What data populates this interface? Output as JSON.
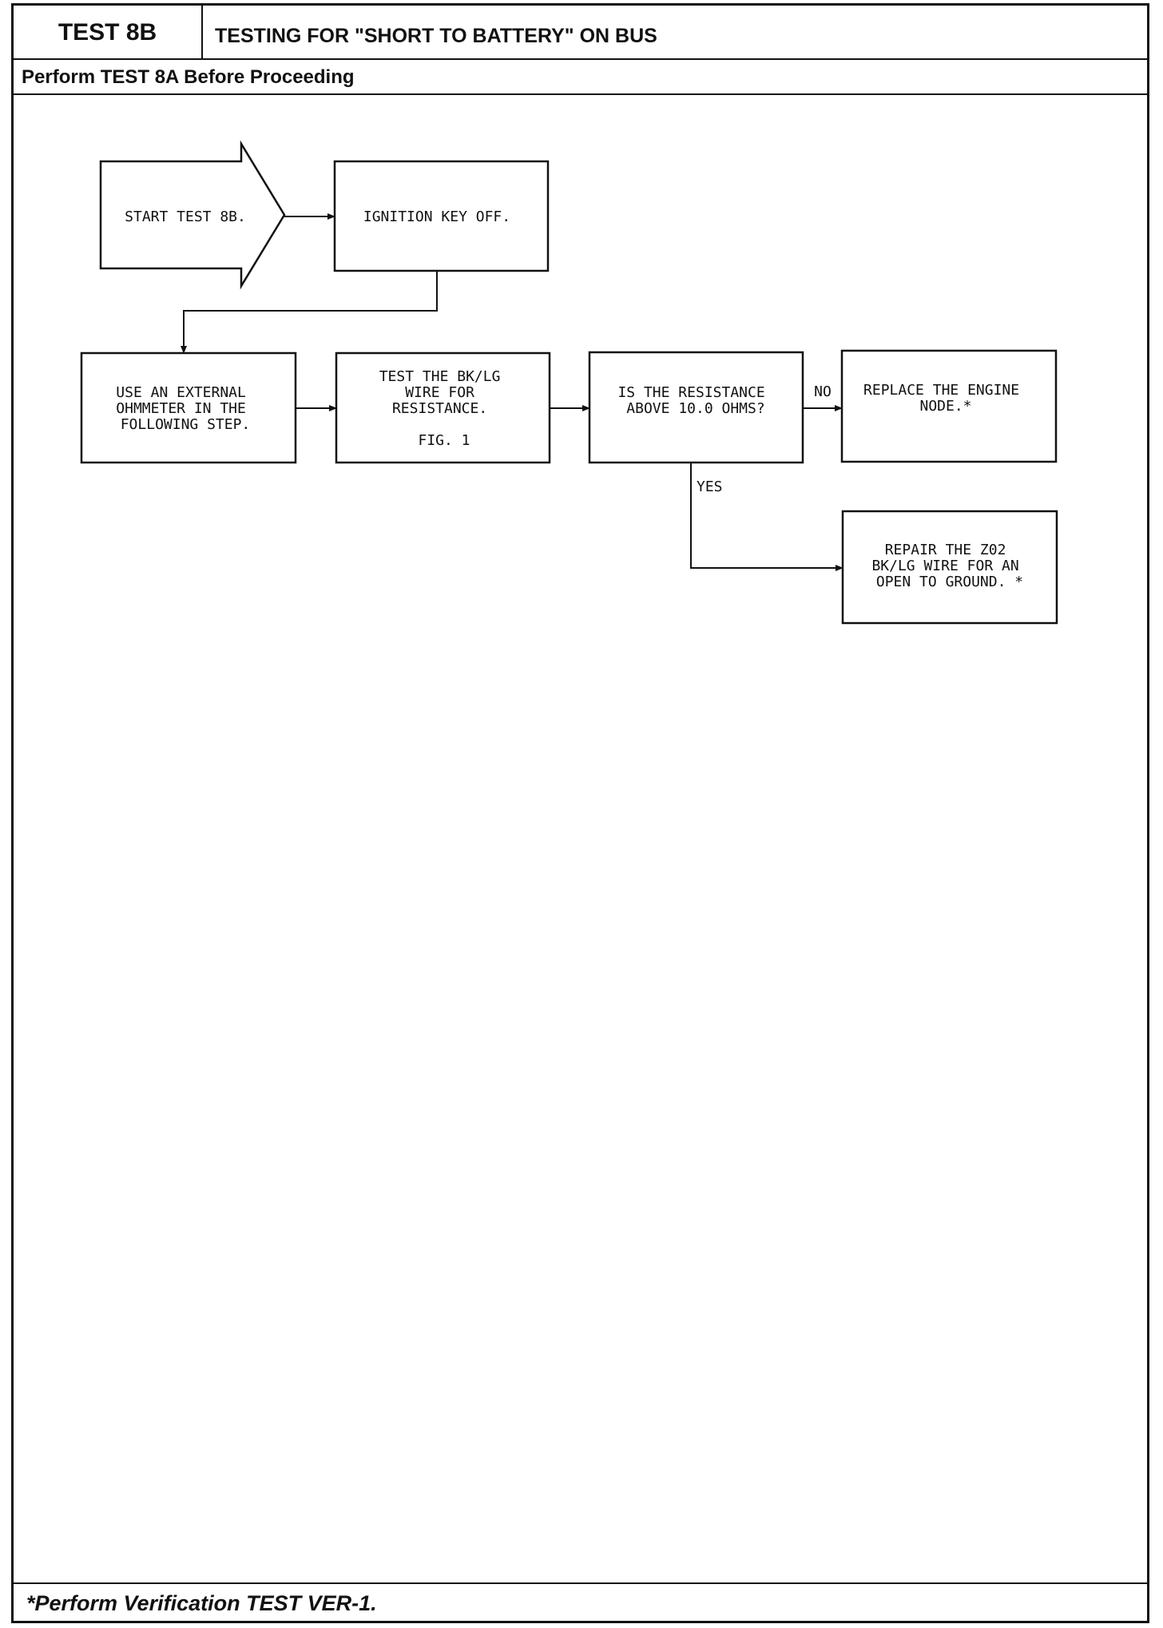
{
  "header": {
    "test_id": "TEST 8B",
    "title": "TESTING FOR \"SHORT TO BATTERY\" ON BUS",
    "prerequisite": "Perform TEST 8A Before Proceeding"
  },
  "flowchart": {
    "nodes": [
      {
        "id": "start",
        "shape": "arrow",
        "lines": [
          "START TEST 8B."
        ]
      },
      {
        "id": "ignition",
        "shape": "box",
        "lines": [
          "IGNITION KEY OFF."
        ]
      },
      {
        "id": "ohmmeter",
        "shape": "box",
        "lines": [
          "USE AN EXTERNAL",
          "OHMMETER IN THE",
          "FOLLOWING STEP."
        ]
      },
      {
        "id": "test_wire",
        "shape": "box",
        "lines": [
          "TEST THE BK/LG",
          "WIRE FOR",
          "RESISTANCE.",
          "",
          "FIG. 1"
        ]
      },
      {
        "id": "question",
        "shape": "box",
        "lines": [
          "IS THE RESISTANCE",
          "ABOVE 10.0 OHMS?"
        ]
      },
      {
        "id": "replace",
        "shape": "box",
        "lines": [
          "REPLACE THE ENGINE",
          "NODE.*"
        ]
      },
      {
        "id": "repair",
        "shape": "box",
        "lines": [
          "REPAIR THE Z02",
          "BK/LG WIRE FOR AN",
          "OPEN TO GROUND. *"
        ]
      }
    ],
    "edges": [
      {
        "from": "start",
        "to": "ignition",
        "label": ""
      },
      {
        "from": "ignition",
        "to": "ohmmeter",
        "label": ""
      },
      {
        "from": "ohmmeter",
        "to": "test_wire",
        "label": ""
      },
      {
        "from": "test_wire",
        "to": "question",
        "label": ""
      },
      {
        "from": "question",
        "to": "replace",
        "label": "NO"
      },
      {
        "from": "question",
        "to": "repair",
        "label": "YES"
      }
    ]
  },
  "footer": {
    "note": "*Perform Verification TEST VER-1."
  }
}
